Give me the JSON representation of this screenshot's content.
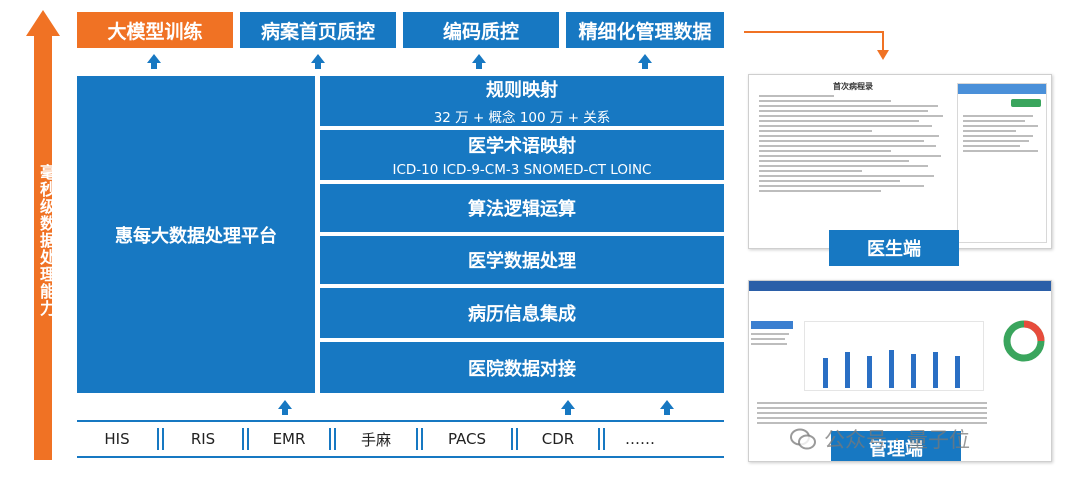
{
  "left_axis_label": "毫秒级数据处理能力",
  "top_boxes": [
    "大模型训练",
    "病案首页质控",
    "编码质控",
    "精细化管理数据"
  ],
  "platform_label": "惠每大数据处理平台",
  "layers": [
    {
      "title": "规则映射",
      "subtitle": "32 万 + 概念  100 万 + 关系"
    },
    {
      "title": "医学术语映射",
      "subtitle": "ICD-10  ICD-9-CM-3  SNOMED-CT  LOINC"
    },
    {
      "title": "算法逻辑运算",
      "subtitle": ""
    },
    {
      "title": "医学数据处理",
      "subtitle": ""
    },
    {
      "title": "病历信息集成",
      "subtitle": ""
    },
    {
      "title": "医院数据对接",
      "subtitle": ""
    }
  ],
  "sources": [
    "HIS",
    "RIS",
    "EMR",
    "手麻",
    "PACS",
    "CDR",
    "……"
  ],
  "screens": {
    "doctor_label": "医生端",
    "manager_label": "管理端",
    "doctor_doc_title": "首次病程录"
  },
  "watermark": "公众号 · 量子位",
  "colors": {
    "primary": "#1778c2",
    "accent": "#f07224"
  }
}
